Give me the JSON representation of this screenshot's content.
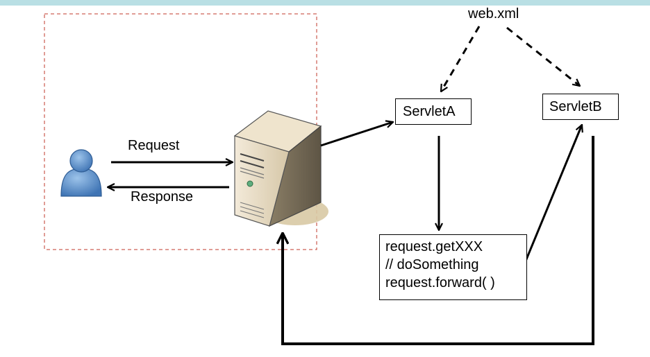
{
  "colors": {
    "top_bar": "#b9dfe4",
    "dashed_frame": "#c0392b",
    "user_icon": "#4f86c6"
  },
  "labels": {
    "web_xml": "web.xml",
    "request": "Request",
    "response": "Response",
    "servlet_a": "ServletA",
    "servlet_b": "ServletB"
  },
  "code_box": {
    "lines": [
      "request.getXXX",
      "// doSomething",
      "request.forward(   )"
    ]
  },
  "icons": {
    "user": "user-icon",
    "server": "server-icon"
  }
}
